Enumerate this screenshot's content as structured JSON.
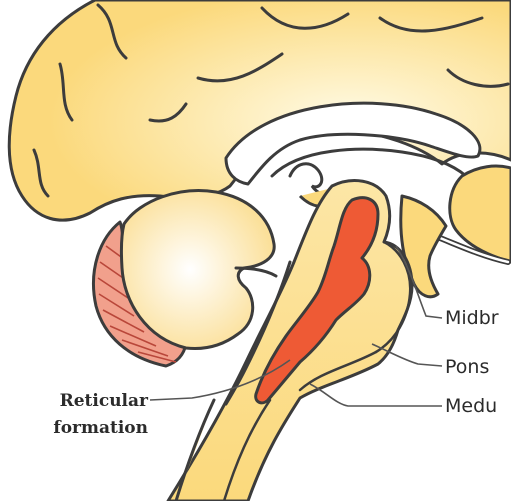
{
  "labels": {
    "midbrain": "Midbr",
    "pons": "Pons",
    "medulla": "Medu",
    "reticular_line1": "Reticular",
    "reticular_line2": "formation"
  },
  "colors": {
    "brain_fill": "#fbd97c",
    "brain_highlight": "#fffbe6",
    "outline": "#3c3c3c",
    "reticular_formation": "#ee5a35",
    "cerebellum_cortex": "#f1a08c",
    "cerebellum_stripes": "#b9473a",
    "leader_lines": "#555555"
  }
}
